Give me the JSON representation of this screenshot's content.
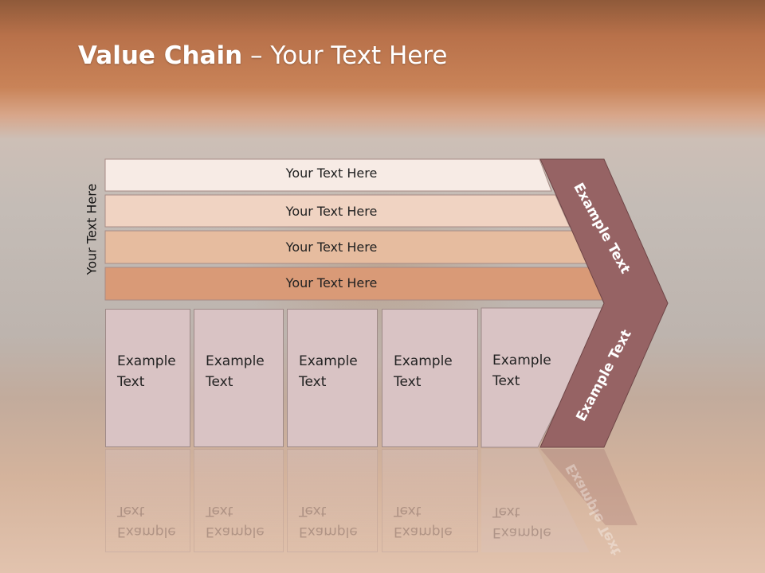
{
  "title": {
    "bold": "Value Chain",
    "rest": " – Your Text Here"
  },
  "side_label": "Your Text Here",
  "rows": [
    {
      "label": "Your Text Here",
      "color": "#f7ebe5"
    },
    {
      "label": "Your Text Here",
      "color": "#f0d3c2"
    },
    {
      "label": "Your Text Here",
      "color": "#e6bc9f"
    },
    {
      "label": "Your Text Here",
      "color": "#d99a77"
    }
  ],
  "boxes": [
    {
      "label": "Example\nText"
    },
    {
      "label": "Example\nText"
    },
    {
      "label": "Example\nText"
    },
    {
      "label": "Example\nText"
    },
    {
      "label": "Example\nText"
    }
  ],
  "chevron": {
    "upper_label": "Example Text",
    "lower_label": "Example Text",
    "color": "#966364"
  }
}
